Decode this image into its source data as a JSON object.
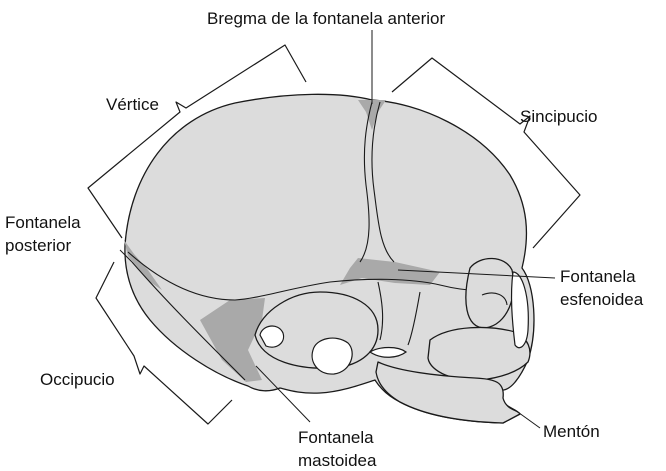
{
  "labels": {
    "bregma": "Bregma de la fontanela anterior",
    "vertice": "Vértice",
    "sincipucio": "Sincipucio",
    "fontanela_posterior": [
      "Fontanela",
      "posterior"
    ],
    "fontanela_esfenoidea": [
      "Fontanela",
      "esfenoidea"
    ],
    "occipucio": "Occipucio",
    "fontanela_mastoidea": [
      "Fontanela",
      "mastoidea"
    ],
    "menton": "Mentón"
  },
  "colors": {
    "bone": "#dcdcdc",
    "fontanel": "#a9a9a9",
    "line": "#1a1a1a"
  }
}
